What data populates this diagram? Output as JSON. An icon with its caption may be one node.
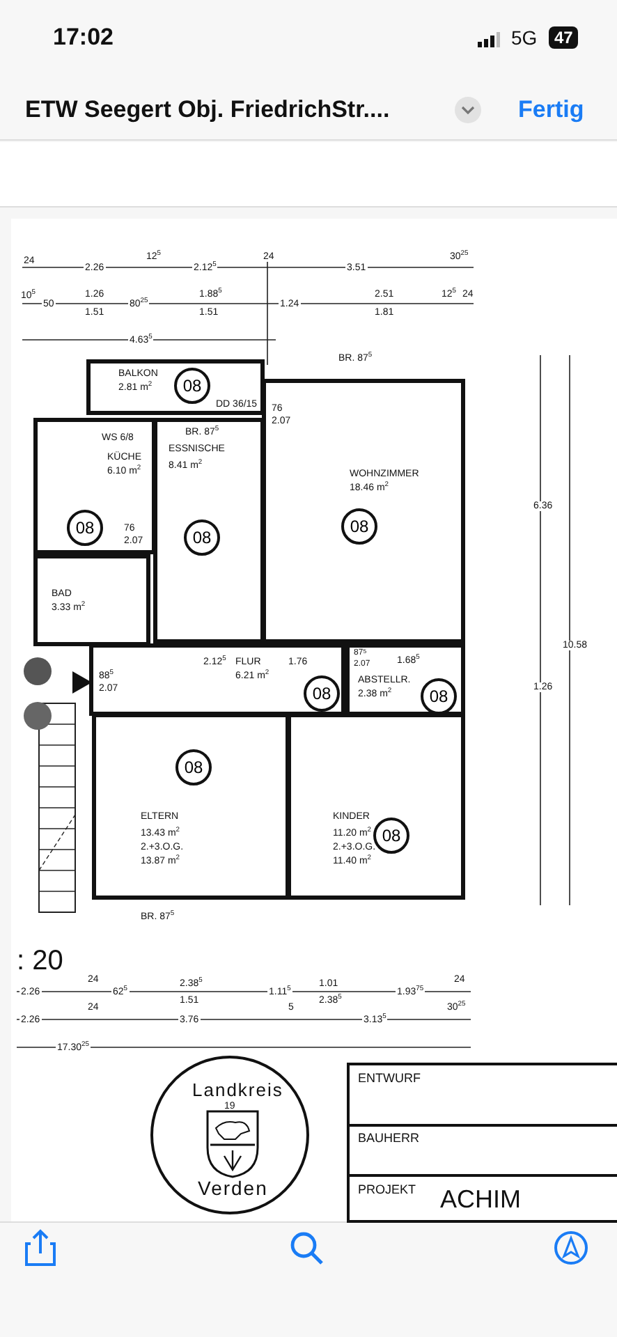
{
  "diagram": {
    "title": "ETW Seegert Obj. FriedrichStr....",
    "nodes": [
      {
        "text": [
          "BALKON",
          "2.81 m$^{2}$"
        ]
      },
      {
        "text": [
          "08"
        ],
        "in": 0
      },
      {
        "text": [
          "KÜCHE",
          "6.10 m$^{2}$"
        ]
      },
      {
        "text": [
          "08"
        ],
        "in": 2
      },
      {
        "text": [
          "ESSNISCHE",
          "8.41 m$^{2}$"
        ]
      },
      {
        "text": [
          "08"
        ],
        "in": 4
      },
      {
        "text": [
          "WOHNZIMMER",
          "18.46 m$^{2}$"
        ]
      },
      {
        "text": [
          "08"
        ],
        "in": 6
      },
      {
        "text": [
          "BAD",
          "3.33 m$^{2}$"
        ]
      },
      {
        "text": [
          "FLUR",
          "6.21 m$^{2}$"
        ]
      },
      {
        "text": [
          "08"
        ],
        "in": 9
      },
      {
        "text": [
          "ABSTELLR.",
          "2.38 m$^{2}$"
        ]
      },
      {
        "text": [
          "08"
        ],
        "in": 11
      },
      {
        "text": [
          "ELTERN",
          "13.43 m$^{2}$",
          "2.+3.O.G.",
          "13.87 m$^{2}$"
        ]
      },
      {
        "text": [
          "08"
        ],
        "in": 13
      },
      {
        "text": [
          "KINDER",
          "11.20 m$^{2}$",
          "2.+3.O.G.",
          "11.40 m$^{2}$"
        ]
      },
      {
        "text": [
          "08"
        ],
        "in": 15
      },
      {
        "text": [
          "Landkreis",
          "19",
          "Verden"
        ]
      }
    ],
    "labels": [
      "17:02",
      "5G",
      "47",
      "Fertig",
      "24",
      "2.26",
      "12$^{5}$",
      "2.12$^{5}$",
      "24",
      "3.51",
      "30$^{25}$",
      "10$^{5}$",
      "50",
      "1.26",
      "1.51",
      "80$^{25}$",
      "1.88$^{5}$",
      "1.51",
      "1.24",
      "2.51",
      "1.81",
      "12$^{5}$",
      "24",
      "4.63$^{5}$",
      "BR. 87$^{5}$",
      "DD 36/15",
      "76",
      "2.07",
      "BR. 87$^{5}$",
      "WS 6/8",
      "76",
      "2.07",
      "2.12$^{5}$",
      "88$^{5}$",
      "2.07",
      "1.76",
      "87$^{5}$",
      "2.07",
      "1.68$^{5}$",
      "6.36",
      "10.58",
      "1.26",
      "BR. 87$^{5}$",
      ": 20",
      "2.26",
      "24",
      "62$^{5}$",
      "2.38$^{5}$",
      "1.51",
      "1.11$^{5}$",
      "1.01",
      "2.38$^{5}$",
      "1.93$^{75}$",
      "24",
      "2.26",
      "24",
      "3.76",
      "5",
      "3.13$^{5}$",
      "30$^{25}$",
      "17.30$^{25}$",
      "ENTWURF",
      "BAUHERR",
      "PROJEKT",
      "ACHIM"
    ]
  }
}
